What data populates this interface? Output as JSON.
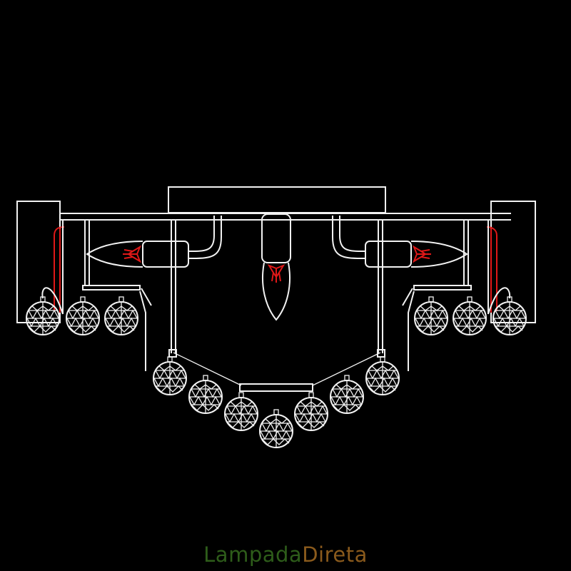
{
  "drawing": {
    "subject": "chandelier line drawing",
    "line_color": "#f2f2f2",
    "bulb_filament_color": "#e01818",
    "background": "#000000",
    "bulbs": 3,
    "crystal_balls": 13
  },
  "watermark": {
    "part1": "Lampada",
    "part2": "Direta",
    "color1": "#2e5d1a",
    "color2": "#8a5a1c"
  }
}
